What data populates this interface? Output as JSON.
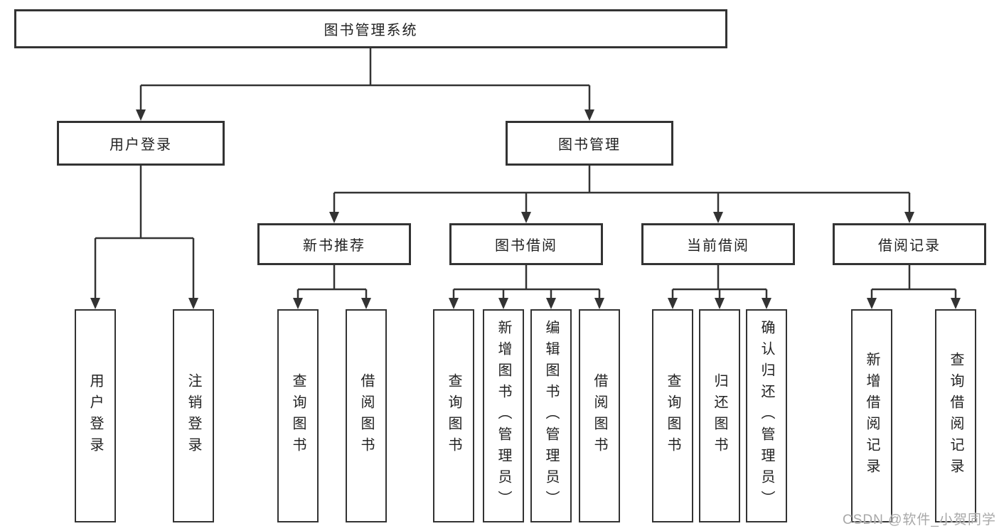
{
  "diagram": {
    "root": {
      "label": "图书管理系统"
    },
    "level2": {
      "user_login": {
        "label": "用户登录"
      },
      "book_management": {
        "label": "图书管理"
      }
    },
    "level3": {
      "new_book_recommend": {
        "label": "新书推荐",
        "parent": "图书管理"
      },
      "book_borrowing": {
        "label": "图书借阅",
        "parent": "图书管理"
      },
      "current_borrowing": {
        "label": "当前借阅",
        "parent": "图书管理"
      },
      "borrowing_records": {
        "label": "借阅记录",
        "parent": "图书管理"
      }
    },
    "leaves": {
      "user_login": {
        "label": "用户登录",
        "parent": "用户登录"
      },
      "logout": {
        "label": "注销登录",
        "parent": "用户登录"
      },
      "query_books_recommend": {
        "label": "查询图书",
        "parent": "新书推荐"
      },
      "borrow_books_recommend": {
        "label": "借阅图书",
        "parent": "新书推荐"
      },
      "query_books_borrowing": {
        "label": "查询图书",
        "parent": "图书借阅"
      },
      "add_books_admin": {
        "label": "新增图书（管理员）",
        "parent": "图书借阅"
      },
      "edit_books_admin": {
        "label": "编辑图书（管理员）",
        "parent": "图书借阅"
      },
      "borrow_books_borrowing": {
        "label": "借阅图书",
        "parent": "图书借阅"
      },
      "query_books_current": {
        "label": "查询图书",
        "parent": "当前借阅"
      },
      "return_books": {
        "label": "归还图书",
        "parent": "当前借阅"
      },
      "confirm_return_admin": {
        "label": "确认归还（管理员）",
        "parent": "当前借阅"
      },
      "add_borrow_record": {
        "label": "新增借阅记录",
        "parent": "借阅记录"
      },
      "query_borrow_record": {
        "label": "查询借阅记录",
        "parent": "借阅记录"
      }
    }
  },
  "watermark": {
    "text": "CSDN @软件_小贺同学"
  },
  "colors": {
    "line": "#333333",
    "box_border": "#333333",
    "text": "#222222",
    "watermark": "#a8a8a8",
    "background": "#ffffff"
  }
}
